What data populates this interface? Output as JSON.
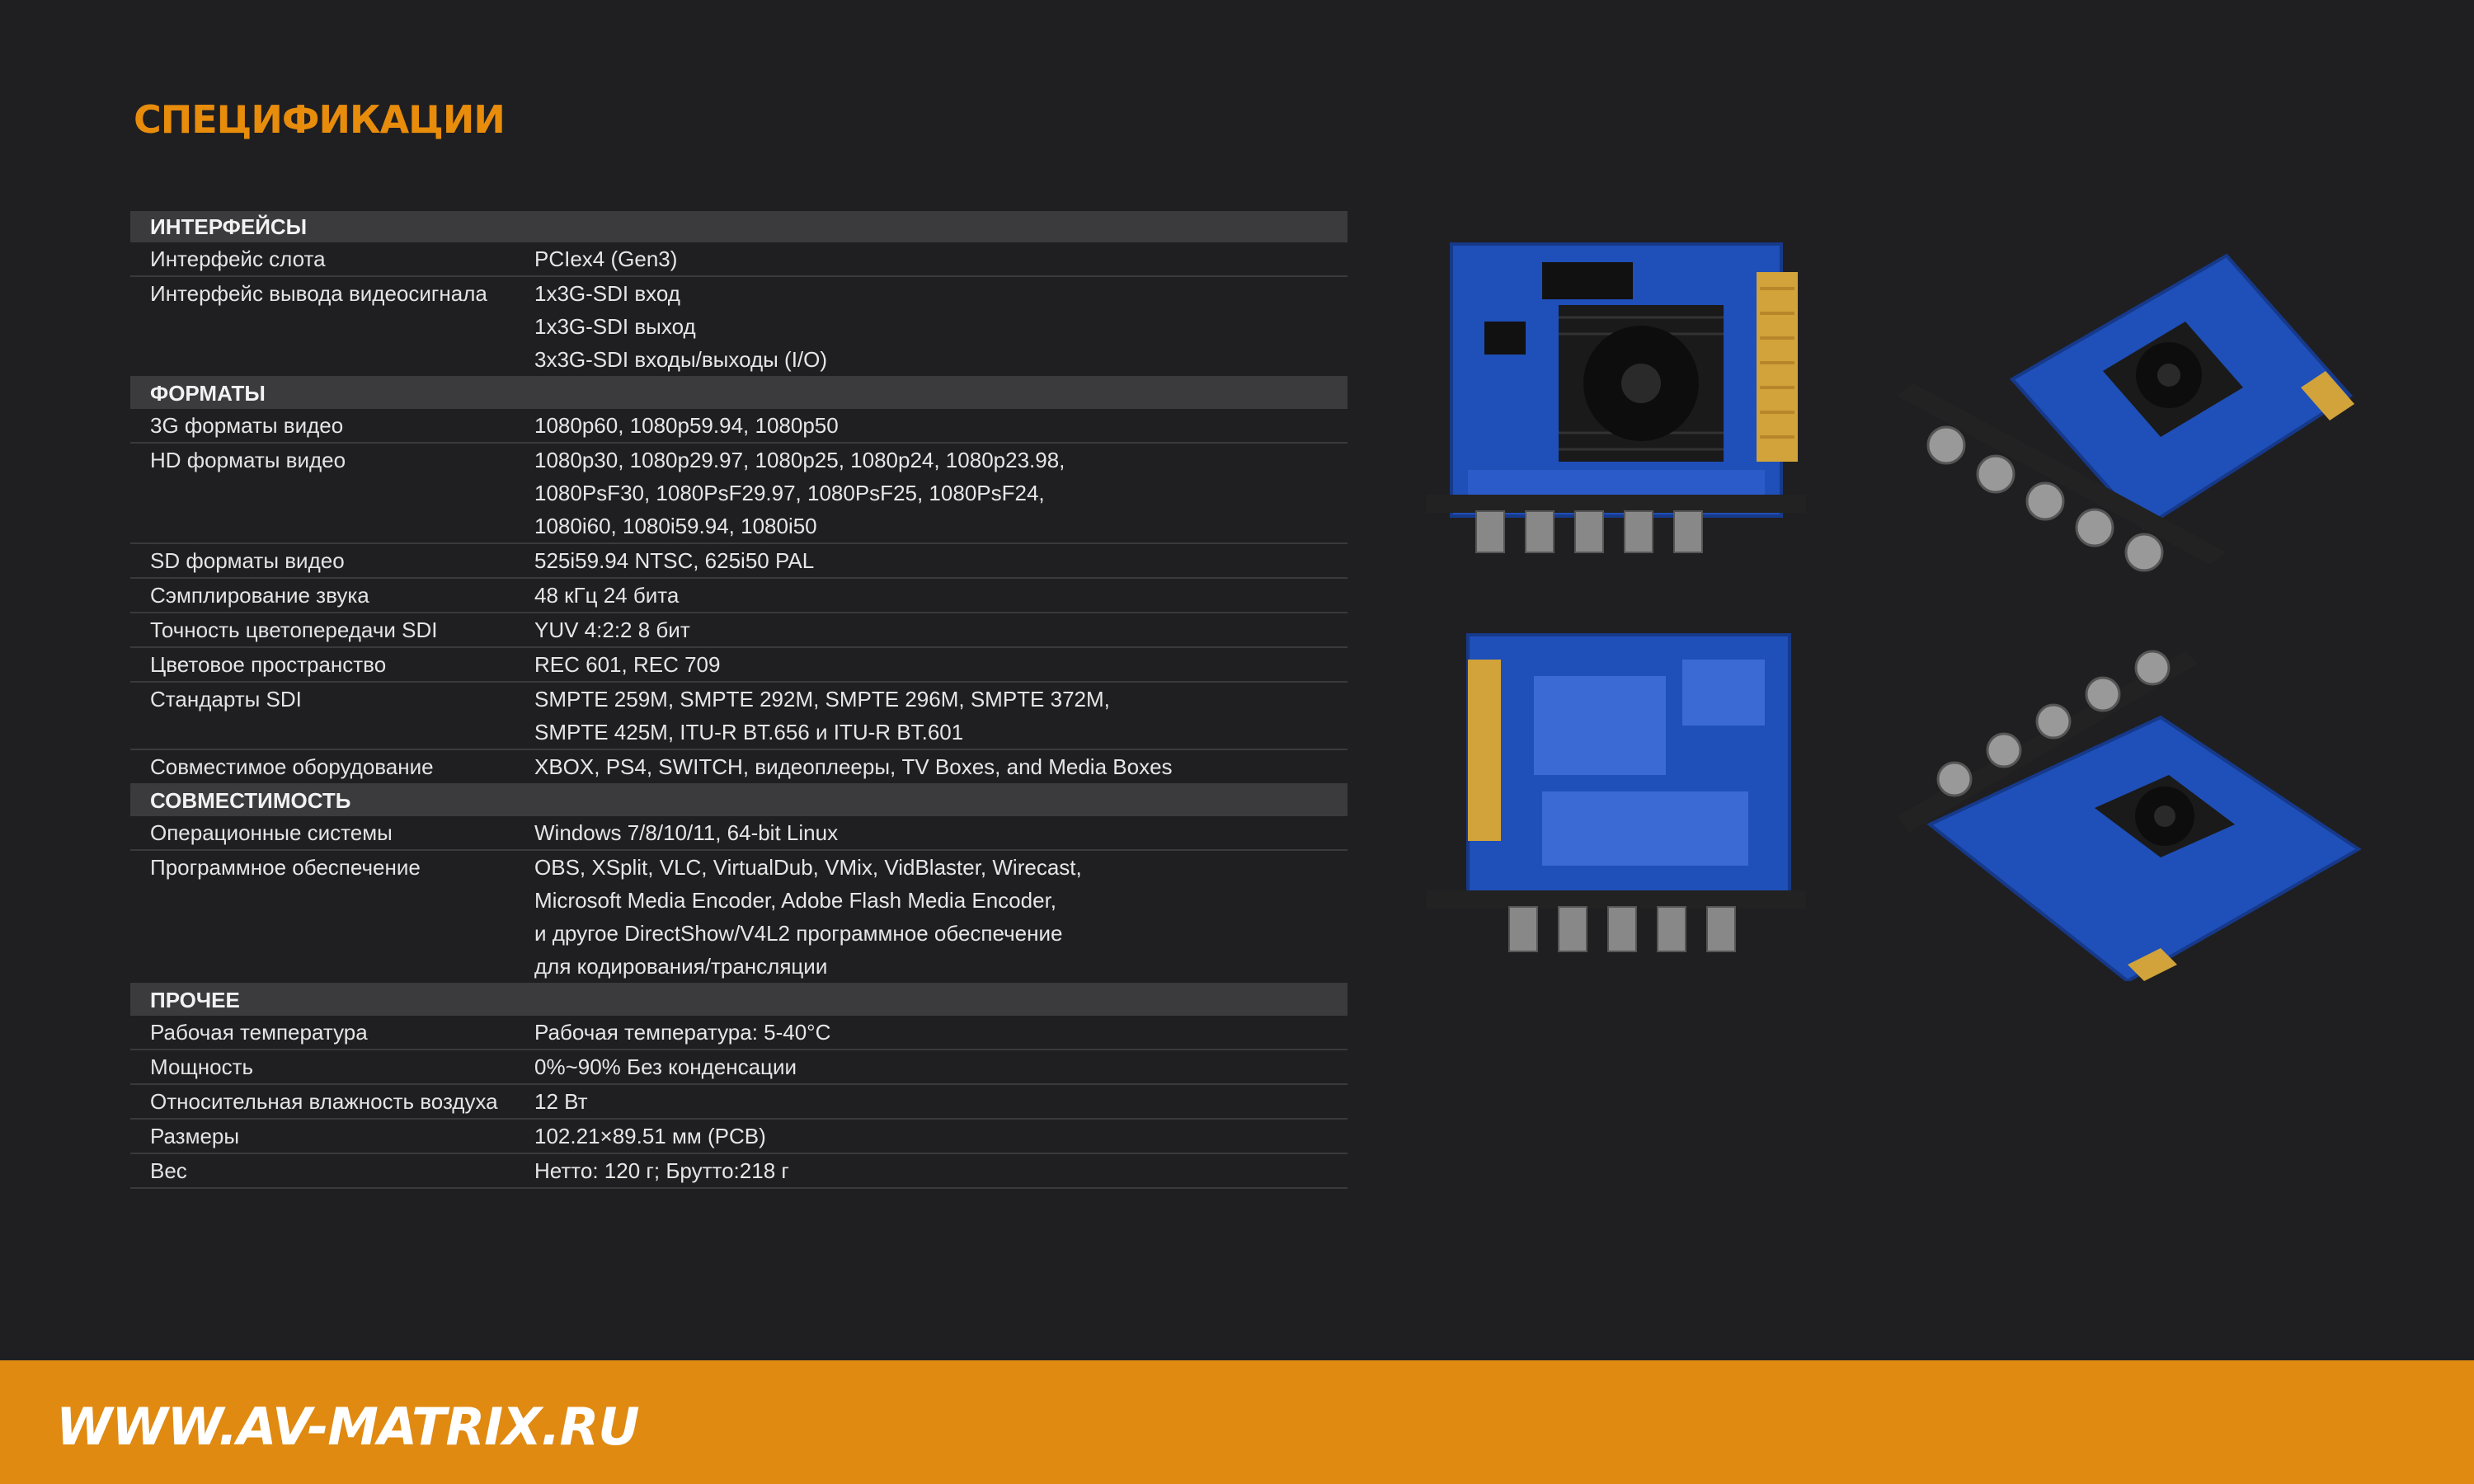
{
  "page": {
    "title": "СПЕЦИФИКАЦИИ"
  },
  "sections": [
    {
      "heading": "ИНТЕРФЕЙСЫ",
      "rows": [
        {
          "label": "Интерфейс слота",
          "values": [
            "PCIex4 (Gen3)"
          ]
        },
        {
          "label": "Интерфейс вывода видеосигнала",
          "values": [
            "1x3G-SDI вход",
            "1x3G-SDI выход",
            "3x3G-SDI входы/выходы (I/O)"
          ]
        }
      ]
    },
    {
      "heading": "ФОРМАТЫ",
      "rows": [
        {
          "label": "3G форматы видео",
          "values": [
            "1080p60, 1080p59.94, 1080p50"
          ]
        },
        {
          "label": "HD форматы видео",
          "values": [
            "1080p30, 1080p29.97, 1080p25, 1080p24, 1080p23.98,",
            "1080PsF30, 1080PsF29.97, 1080PsF25, 1080PsF24,",
            "1080i60, 1080i59.94, 1080i50"
          ]
        },
        {
          "label": "SD форматы видео",
          "values": [
            "525i59.94 NTSC, 625i50 PAL"
          ]
        },
        {
          "label": "Сэмплирование звука",
          "values": [
            "48 кГц 24 бита"
          ]
        },
        {
          "label": "Точность цветопередачи SDI",
          "values": [
            "YUV 4:2:2 8 бит"
          ]
        },
        {
          "label": "Цветовое пространство",
          "values": [
            "REC 601, REC 709"
          ]
        },
        {
          "label": "Стандарты SDI",
          "values": [
            "SMPTE 259M, SMPTE 292M, SMPTE 296M, SMPTE 372M,",
            "SMPTE 425M, ITU-R BT.656 и ITU-R BT.601"
          ]
        },
        {
          "label": "Совместимое оборудование",
          "values": [
            "XBOX, PS4, SWITCH, видеоплееры, TV Boxes, and Media Boxes"
          ]
        }
      ]
    },
    {
      "heading": "СОВМЕСТИМОСТЬ",
      "rows": [
        {
          "label": "Операционные системы",
          "values": [
            "Windows 7/8/10/11, 64-bit Linux"
          ]
        },
        {
          "label": "Программное обеспечение",
          "values": [
            "OBS, XSplit, VLC, VirtualDub, VMix, VidBlaster, Wirecast,",
            "Microsoft Media Encoder, Adobe Flash Media Encoder,",
            "и другое DirectShow/V4L2 программное обеспечение",
            "для кодирования/трансляции"
          ]
        }
      ]
    },
    {
      "heading": "ПРОЧЕЕ",
      "rows": [
        {
          "label": "Рабочая температура",
          "values": [
            "Рабочая температура: 5-40°C"
          ]
        },
        {
          "label": "Мощность",
          "values": [
            "0%~90% Без конденсации"
          ]
        },
        {
          "label": "Относительная влажность воздуха",
          "values": [
            "12 Вт"
          ]
        },
        {
          "label": "Размеры",
          "values": [
            "102.21×89.51 мм (PCB)"
          ]
        },
        {
          "label": "Вес",
          "values": [
            "Нетто: 120 г; Брутто:218 г"
          ]
        }
      ]
    }
  ],
  "footer": {
    "url": "WWW.AV-MATRIX.RU"
  },
  "colors": {
    "accent": "#e88c0c",
    "footer_bg": "#e08a12",
    "background": "#1f1f21",
    "pcb": "#1f4fb8"
  }
}
